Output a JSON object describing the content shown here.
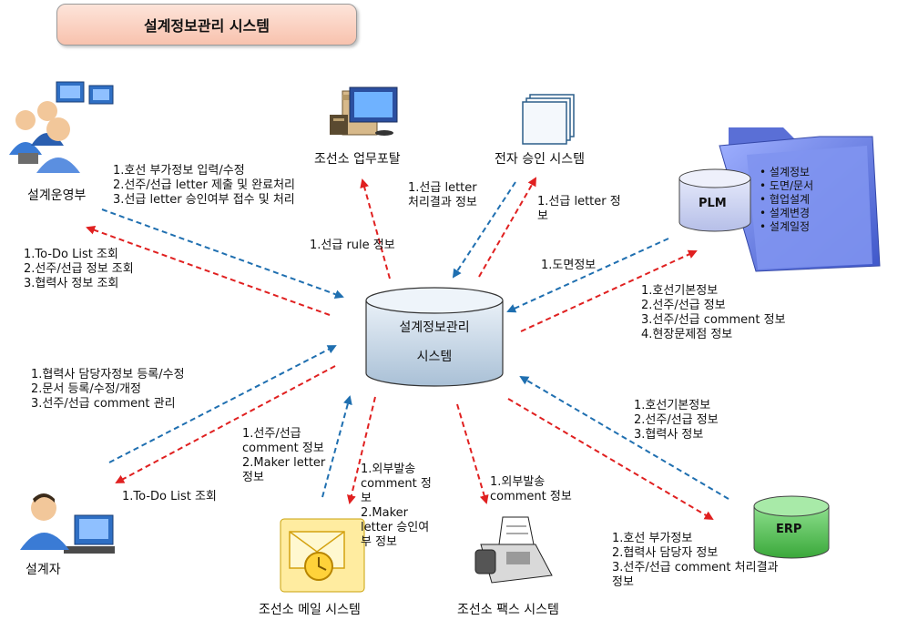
{
  "title": "설계정보관리 시스템",
  "nodes": {
    "design_ops": "설계운영부",
    "portal": "조선소 업무포탈",
    "e_approval": "전자 승인 시스템",
    "central_line1": "설계정보관리",
    "central_line2": "시스템",
    "plm": "PLM",
    "erp": "ERP",
    "designer": "설계자",
    "mail": "조선소 메일 시스템",
    "fax": "조선소 팩스 시스템"
  },
  "plm_items": [
    "설계정보",
    "도면/문서",
    "협업설계",
    "설계변경",
    "설계일정"
  ],
  "labels": {
    "ops_to_center": [
      "1.호선 부가정보 입력/수정",
      "2.선주/선급 letter 제출 및 완료처리",
      "3.선급 letter 승인여부 접수 및 처리"
    ],
    "center_to_ops": [
      "1.To-Do List 조회",
      "2.선주/선급 정보 조회",
      "3.협력사 정보 조회"
    ],
    "center_to_portal": [
      "1.선급 rule 정보"
    ],
    "approval_to_center": [
      "1.선급 letter",
      "처리결과 정보"
    ],
    "center_to_approval": [
      "1.선급 letter 정",
      "보"
    ],
    "plm_to_center": [
      "1.도면정보"
    ],
    "center_to_plm": [
      "1.호선기본정보",
      "2.선주/선급 정보",
      "3.선주/선급 comment 정보",
      "4.현장문제점 정보"
    ],
    "designer_to_center": [
      "1.협력사 담당자정보 등록/수정",
      "2.문서 등록/수정/개정",
      "3.선주/선급 comment 관리"
    ],
    "center_to_designer": [
      "1.To-Do List 조회"
    ],
    "mail_to_center": [
      "1.선주/선급",
      "comment 정보",
      "2.Maker letter",
      "정보"
    ],
    "center_to_mail": [
      "1.외부발송",
      "comment 정",
      "보",
      "2.Maker",
      "letter 승인여",
      "부 정보"
    ],
    "center_to_fax": [
      "1.외부발송",
      "comment 정보"
    ],
    "erp_to_center": [
      "1.호선기본정보",
      "2.선주/선급 정보",
      "3.협력사 정보"
    ],
    "center_to_erp": [
      "1.호선 부가정보",
      "2.협력사 담당자 정보",
      "3.선주/선급 comment 처리결과",
      "정보"
    ]
  },
  "colors": {
    "blue_arrow": "#1f6fb0",
    "red_arrow": "#e02020",
    "center_top": "#d9e6f2",
    "plm": "#cfd6f3",
    "erp": "#5cc45c",
    "folder": "#6f86e8"
  }
}
